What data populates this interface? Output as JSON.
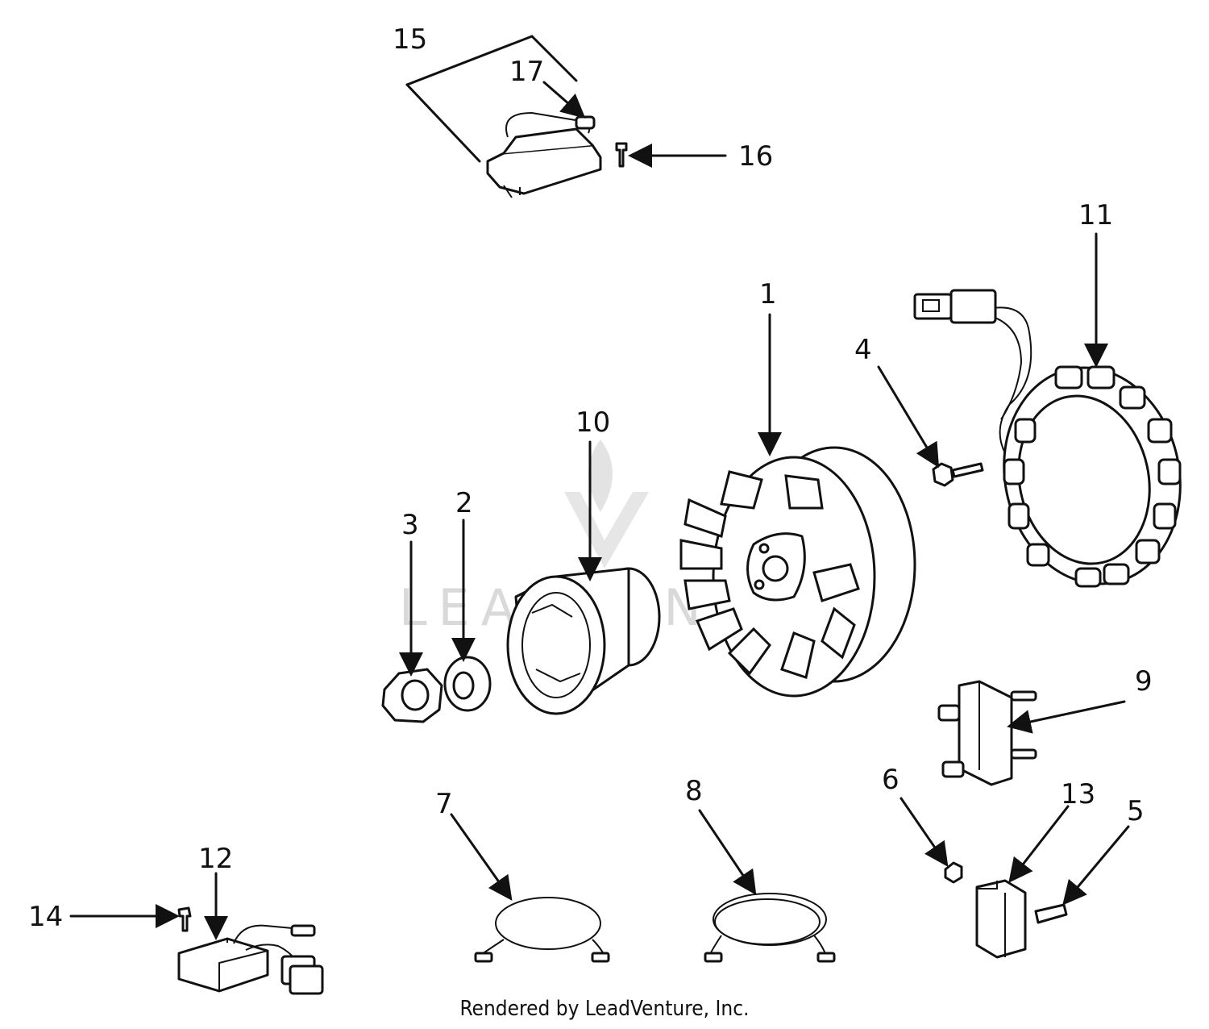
{
  "callouts": [
    "1",
    "2",
    "3",
    "4",
    "5",
    "6",
    "7",
    "8",
    "9",
    "10",
    "11",
    "12",
    "13",
    "14",
    "15",
    "16",
    "17"
  ],
  "watermark": "LEADVENTURE",
  "footer": "Rendered by LeadVenture, Inc."
}
